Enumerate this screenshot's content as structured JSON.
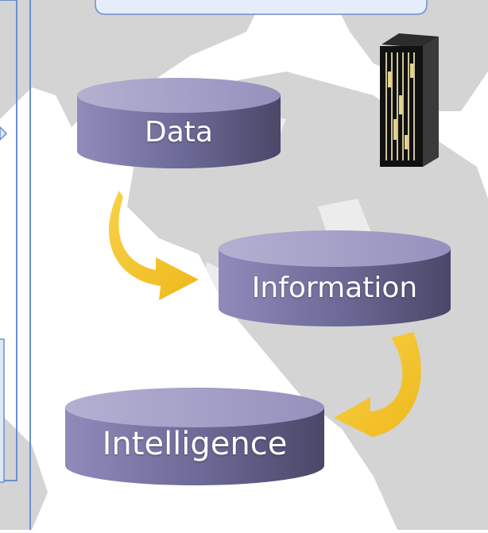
{
  "diagram": {
    "stages": [
      {
        "label": "Data"
      },
      {
        "label": "Information"
      },
      {
        "label": "Intelligence"
      }
    ],
    "icons": [
      "server-rack-icon",
      "curved-arrow-icon"
    ],
    "colors": {
      "cylinder_top": "#a9a5c9",
      "cylinder_body_light": "#8a86b6",
      "cylinder_body_dark": "#4e4b6d",
      "arrow": "#f6c92f",
      "frame_border": "#6a8fd1",
      "panel_fill": "#e7effb",
      "map_land": "#d3d3d3"
    }
  }
}
